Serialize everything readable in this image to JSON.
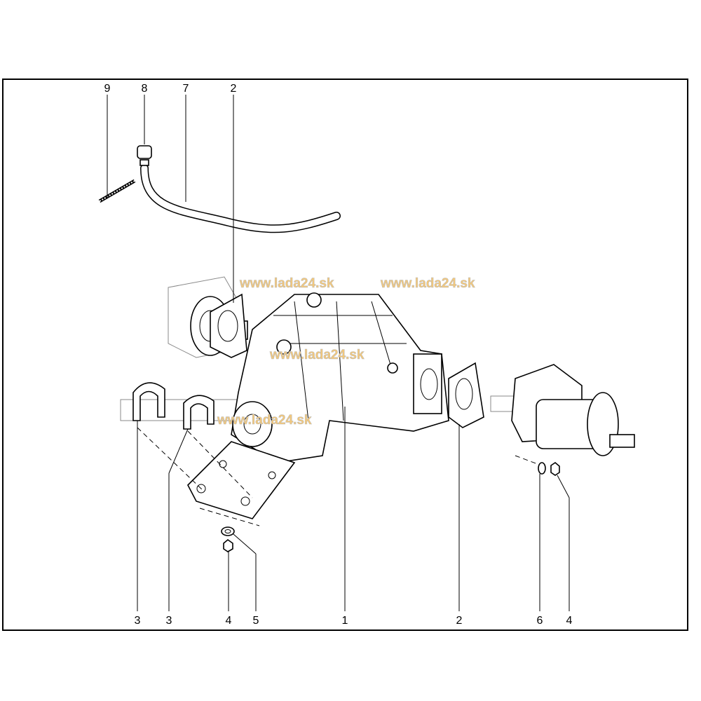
{
  "diagram": {
    "top_callouts": [
      "9",
      "8",
      "7",
      "2"
    ],
    "bottom_callouts": [
      "3",
      "3",
      "4",
      "5",
      "1",
      "2",
      "6",
      "4"
    ],
    "watermarks": [
      "www.lada24.sk",
      "www.lada24.sk",
      "www.lada24.sk",
      "www.lada24.sk"
    ],
    "colors": {
      "watermark": "#f5c878",
      "line": "#000000"
    }
  }
}
